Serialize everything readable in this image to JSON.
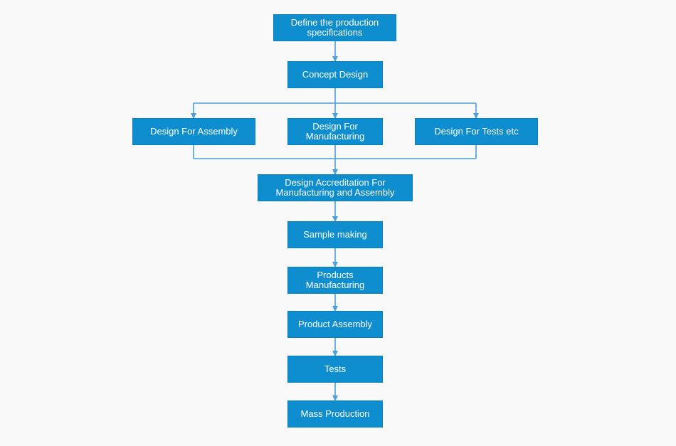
{
  "diagram": {
    "colors": {
      "box_fill": "#0f8ecf",
      "connector": "#4a9fdf",
      "background": "#f9f9fa",
      "text": "#ffffff"
    },
    "nodes": {
      "define_specs": "Define the production specifications",
      "concept_design": "Concept Design",
      "design_for_assembly": "Design For Assembly",
      "design_for_manufacturing": "Design For Manufacturing",
      "design_for_tests": "Design For Tests etc",
      "design_accreditation": "Design Accreditation For Manufacturing and Assembly",
      "sample_making": "Sample making",
      "products_manufacturing": "Products Manufacturing",
      "product_assembly": "Product Assembly",
      "tests": "Tests",
      "mass_production": "Mass Production"
    }
  }
}
